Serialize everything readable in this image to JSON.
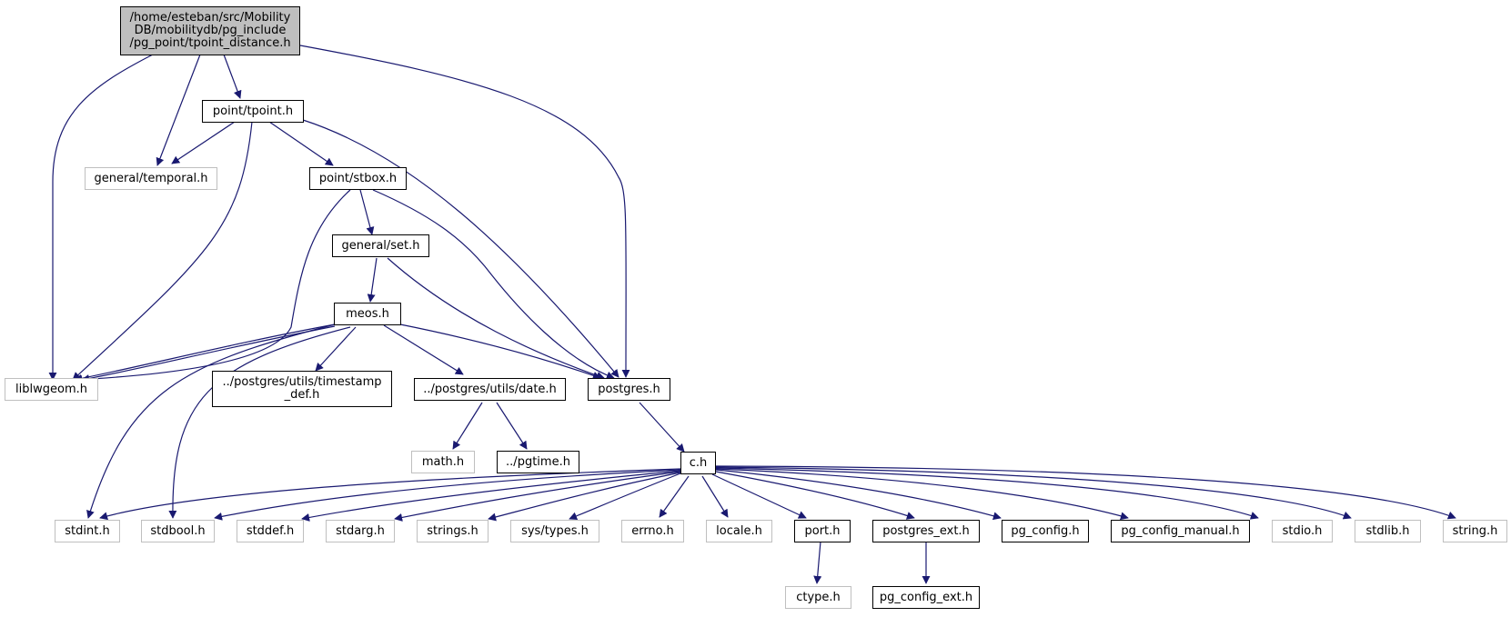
{
  "colors": {
    "edge": "#191970",
    "doc_border": "#000000",
    "ext_border": "#bfbfbf",
    "root_fill": "#bfbfbf"
  },
  "nodes": {
    "root": "/home/esteban/src/Mobility\nDB/mobilitydb/pg_include\n/pg_point/tpoint_distance.h",
    "tpoint": "point/tpoint.h",
    "temporal": "general/temporal.h",
    "stbox": "point/stbox.h",
    "set": "general/set.h",
    "meos": "meos.h",
    "liblwgeom": "liblwgeom.h",
    "timestamp_def": "../postgres/utils/timestamp\n_def.h",
    "date": "../postgres/utils/date.h",
    "postgres": "postgres.h",
    "math": "math.h",
    "pgtime": "../pgtime.h",
    "c": "c.h",
    "stdint": "stdint.h",
    "stdbool": "stdbool.h",
    "stddef": "stddef.h",
    "stdarg": "stdarg.h",
    "strings": "strings.h",
    "systypes": "sys/types.h",
    "errno": "errno.h",
    "locale": "locale.h",
    "port": "port.h",
    "postgres_ext": "postgres_ext.h",
    "pg_config": "pg_config.h",
    "pg_config_manual": "pg_config_manual.h",
    "stdio": "stdio.h",
    "stdlib": "stdlib.h",
    "string": "string.h",
    "ctype": "ctype.h",
    "pg_config_ext": "pg_config_ext.h"
  }
}
